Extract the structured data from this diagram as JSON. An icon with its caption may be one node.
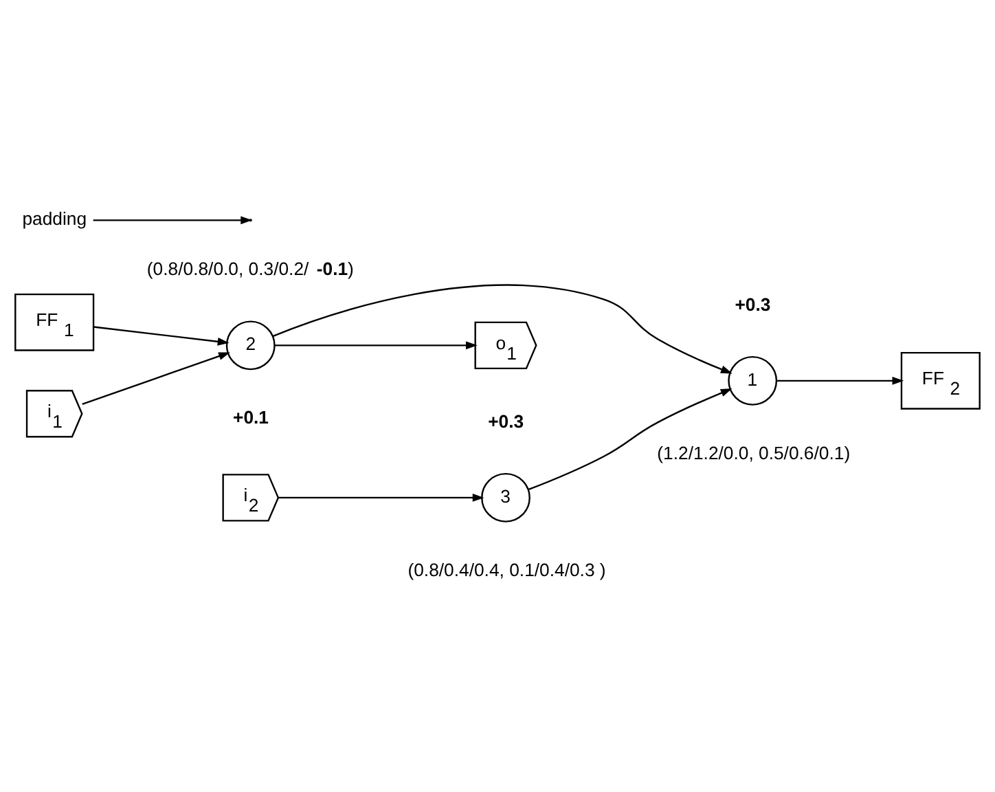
{
  "diagram": {
    "nodes": [
      {
        "text": [
          "FF $_{1}$"
        ]
      },
      {
        "text": [
          "2"
        ],
        "beside": [
          "(0.8/0.8/0.0, 0.3/0.2/ **-0.1**)",
          "+0.1"
        ]
      },
      {
        "text": [
          "o$_{1}$"
        ]
      },
      {
        "text": [
          "i$_{1}$"
        ]
      },
      {
        "text": [
          "padding"
        ]
      },
      {
        "text": [
          "i$_{2}$"
        ]
      },
      {
        "text": [
          "3"
        ],
        "beside": [
          "+0.3",
          "(0.8/0.4/0.4, 0.1/0.4/0.3 )"
        ]
      },
      {
        "text": [
          "1"
        ],
        "beside": [
          "+0.3",
          "(1.2/1.2/0.0, 0.5/0.6/0.1)"
        ]
      },
      {
        "text": [
          "FF $_{2}$"
        ]
      }
    ],
    "edges": [
      {
        "from": 0,
        "to": 1,
        "arrow": "to"
      },
      {
        "from": 3,
        "to": 1,
        "arrow": "to"
      },
      {
        "from": 1,
        "to": 2,
        "arrow": "to"
      },
      {
        "from": 1,
        "to": 7,
        "arrow": "to"
      },
      {
        "from": 4,
        "to": null,
        "arrow": "to"
      },
      {
        "from": 5,
        "to": 6,
        "arrow": "to"
      },
      {
        "from": 6,
        "to": 7,
        "arrow": "to"
      },
      {
        "from": 7,
        "to": 8,
        "arrow": "to"
      }
    ]
  }
}
